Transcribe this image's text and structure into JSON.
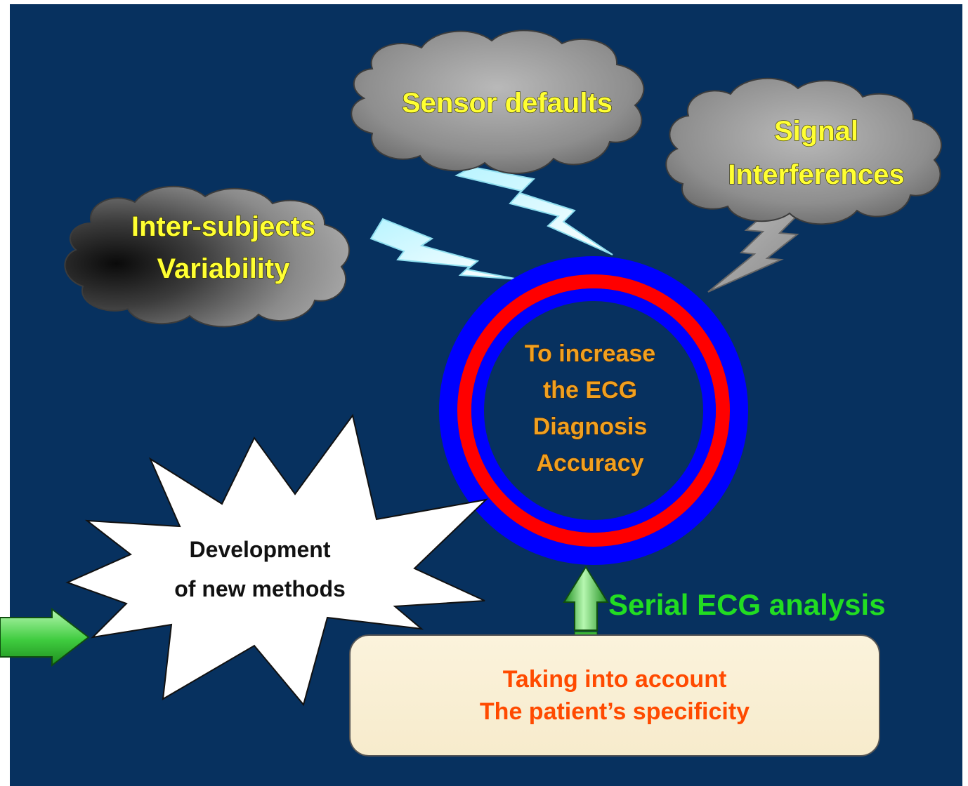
{
  "clouds": {
    "sensor": "Sensor defaults",
    "signal_line1": "Signal",
    "signal_line2": "Interferences",
    "inter_line1": "Inter-subjects",
    "inter_line2": "Variability"
  },
  "goal": {
    "line1": "To increase",
    "line2": "the ECG",
    "line3": "Diagnosis",
    "line4": "Accuracy"
  },
  "burst": {
    "line1": "Development",
    "line2": "of new methods"
  },
  "serial_label": "Serial ECG analysis",
  "patient_box": {
    "line1": "Taking into account",
    "line2": "The patient’s specificity"
  },
  "colors": {
    "background": "#07315f",
    "cloud_text": "#ffff33",
    "goal_text": "#f0a020",
    "ring_outer": "#0000ff",
    "ring_inner": "#ff0000",
    "serial_text": "#22dd22",
    "box_text": "#ff4a00",
    "arrow": "#33cc33"
  }
}
